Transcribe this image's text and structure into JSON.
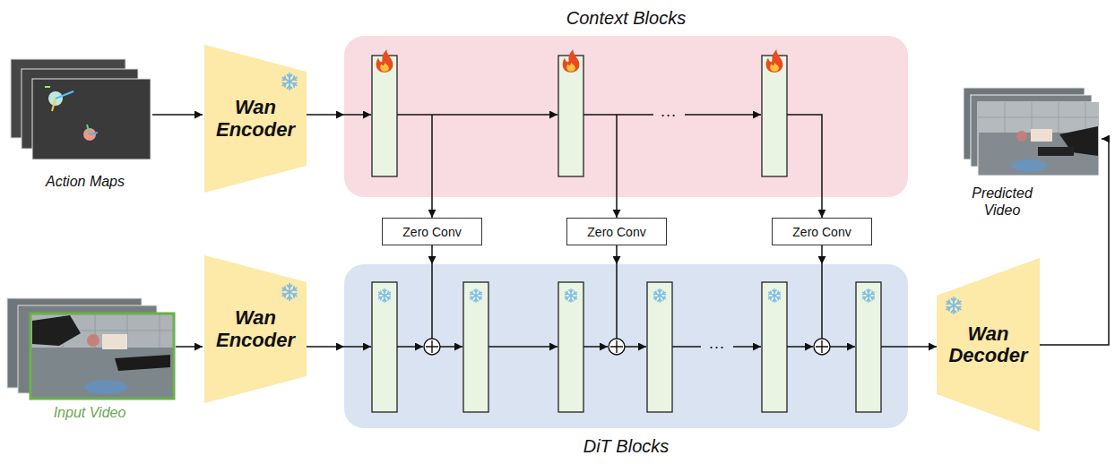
{
  "diagram": {
    "nodes": [
      {
        "text": [
          "Wan Encoder"
        ]
      },
      {
        "text": [
          "Context Blocks"
        ]
      },
      {
        "text": [
          "Zero Conv"
        ]
      },
      {
        "text": [
          "Zero Conv"
        ]
      },
      {
        "text": [
          "Zero Conv"
        ]
      },
      {
        "text": [
          "Wan Encoder"
        ]
      },
      {
        "text": [
          "DiT Blocks"
        ]
      },
      {
        "text": [
          "Wan Decoder"
        ]
      }
    ],
    "edges": [
      {
        "from": 0,
        "to": 1,
        "arrow": "to"
      },
      {
        "from": 1,
        "to": 2,
        "arrow": "to"
      },
      {
        "from": 1,
        "to": 3,
        "arrow": "to"
      },
      {
        "from": 1,
        "to": 4,
        "arrow": "to"
      },
      {
        "from": 2,
        "to": 6,
        "arrow": "to"
      },
      {
        "from": 3,
        "to": 6,
        "arrow": "to"
      },
      {
        "from": 4,
        "to": 6,
        "arrow": "to"
      },
      {
        "from": 5,
        "to": 6,
        "arrow": "to"
      },
      {
        "from": 6,
        "to": 7,
        "arrow": "to"
      }
    ],
    "labels": [
      "Action Maps",
      "...",
      "Predicted Video",
      "Input Video",
      "..."
    ]
  }
}
